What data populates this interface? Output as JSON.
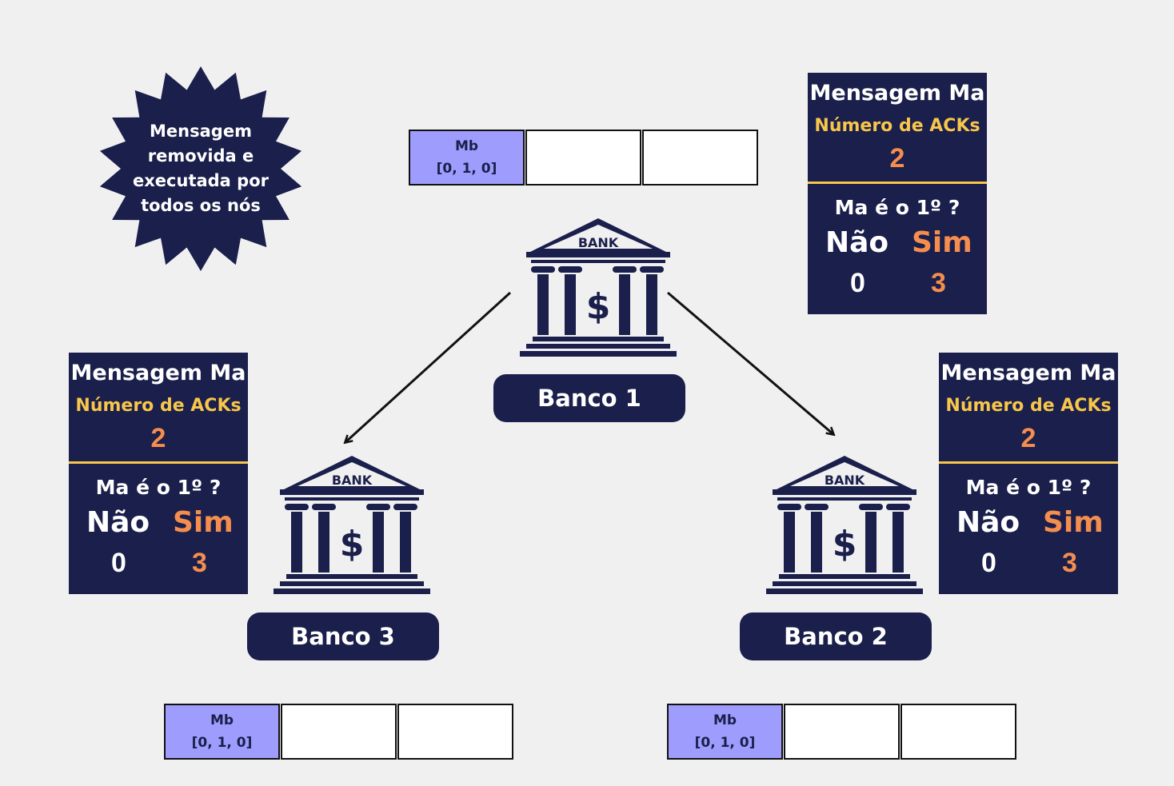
{
  "note": {
    "text": "Mensagem removida e executada por todos os nós"
  },
  "queue_cell": {
    "label": "Mb",
    "vector": "[0, 1, 0]"
  },
  "bank_icon": {
    "sign": "BANK",
    "dollar": "$"
  },
  "nodes": [
    {
      "label": "Banco 1"
    },
    {
      "label": "Banco 2"
    },
    {
      "label": "Banco 3"
    }
  ],
  "panel": {
    "title": "Mensagem Ma",
    "acks_label": "Número de ACKs",
    "acks_value": "2",
    "question": "Ma é o 1º ?",
    "no_label": "Não",
    "yes_label": "Sim",
    "no_value": "0",
    "yes_value": "3"
  },
  "colors": {
    "navy": "#1a1f4b",
    "queue_filled": "#9e9cfd",
    "accent_yellow": "#f7c64a",
    "accent_orange": "#f58d4e"
  }
}
